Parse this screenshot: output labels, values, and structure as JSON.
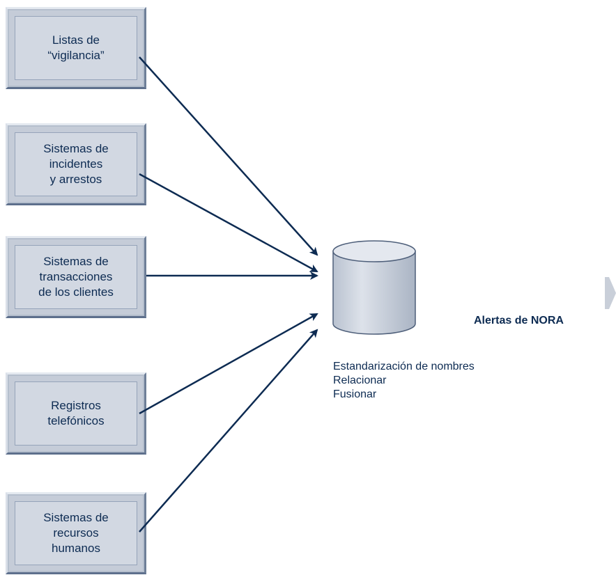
{
  "sources": [
    {
      "id": "watch-lists",
      "label": "Listas de\n“vigilancia”"
    },
    {
      "id": "incident-systems",
      "label": "Sistemas de\nincidentes\ny arrestos"
    },
    {
      "id": "customer-transactions",
      "label": "Sistemas de\ntransacciones\nde los clientes"
    },
    {
      "id": "phone-records",
      "label": "Registros\ntelefónicos"
    },
    {
      "id": "hr-systems",
      "label": "Sistemas de\nrecursos\nhumanos"
    }
  ],
  "process": {
    "steps": [
      "Estandarización de nombres",
      "Relacionar",
      "Fusionar"
    ]
  },
  "output": {
    "label": "Alertas de NORA"
  },
  "colors": {
    "arrow": "#0d2b52",
    "box_face": "#d2d8e2",
    "cylinder": "#d3d9e3",
    "text": "#0d2b52",
    "chevron": "#c9cfd9"
  }
}
